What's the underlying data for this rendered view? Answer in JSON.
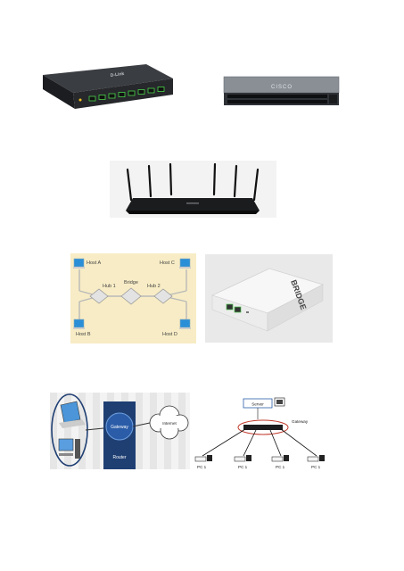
{
  "brand": {
    "dlink": "D-Link",
    "cisco": "CISCO",
    "bridge_box": "BRIDGE"
  },
  "bridge_diagram": {
    "host_a": "Host A",
    "host_b": "Host B",
    "host_c": "Host C",
    "host_d": "Host D",
    "hub_1": "Hub 1",
    "hub_2": "Hub 2",
    "bridge": "Bridge"
  },
  "gateway_diagram": {
    "gateway": "Gateway",
    "internet": "Internet",
    "router": "Router"
  },
  "gateway_network": {
    "server": "Server",
    "gateway": "Gateway",
    "pcs": [
      "PC 1",
      "PC 1",
      "PC 1",
      "PC 1"
    ]
  },
  "colors": {
    "diagram_bg": "#f7ecc5",
    "router_bg": "#1f3f73",
    "dlink_body": "#2a2c2f",
    "port_green": "#49c24a"
  }
}
